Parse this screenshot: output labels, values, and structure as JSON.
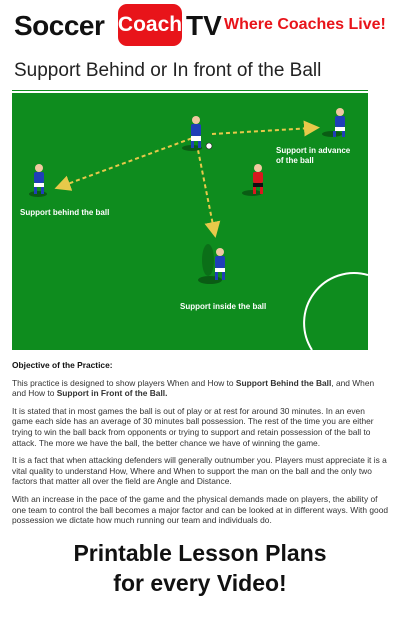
{
  "header": {
    "brand_soccer": "Soccer",
    "brand_coach": "Coach",
    "brand_tv": "TV",
    "tagline": "Where Coaches Live!"
  },
  "page_title": "Support Behind or In front of the Ball",
  "diagram": {
    "labels": {
      "advance": "Support in advance of the ball",
      "behind": "Support behind the ball",
      "inside": "Support inside the ball"
    },
    "colors": {
      "pitch": "#0e8c1e",
      "arrow": "#e8c94a",
      "team": "#1f3fb8",
      "opponent": "#d9181e"
    }
  },
  "content": {
    "objective_heading": "Objective of the Practice:",
    "p1_a": "This practice is designed to show players When and How to ",
    "p1_b": "Support Behind the Ball",
    "p1_c": ", and When and How to ",
    "p1_d": "Support in Front of the Ball.",
    "p2": "It is stated that in most games the ball is out of play or at rest for around 30 minutes. In an even game each side has an average of 30 minutes ball possession. The rest of the time you are either trying to win the ball back from opponents or trying to support and retain possession of the ball to attack. The more we have the ball, the better chance we have of winning the game.",
    "p3": "It is a fact that when attacking defenders will generally outnumber you. Players must appreciate it is a vital quality to understand How, Where and When to support the man on the ball and the only two factors that matter all over the field are Angle and Distance.",
    "p4": "With an increase in the pace of the game and the physical demands made on players, the ability of one team to control the ball becomes a major factor and can be looked at in different ways. With good possession we dictate how much running our team and individuals do."
  },
  "footer": {
    "line1": "Printable Lesson Plans",
    "line2": "for every Video!"
  }
}
